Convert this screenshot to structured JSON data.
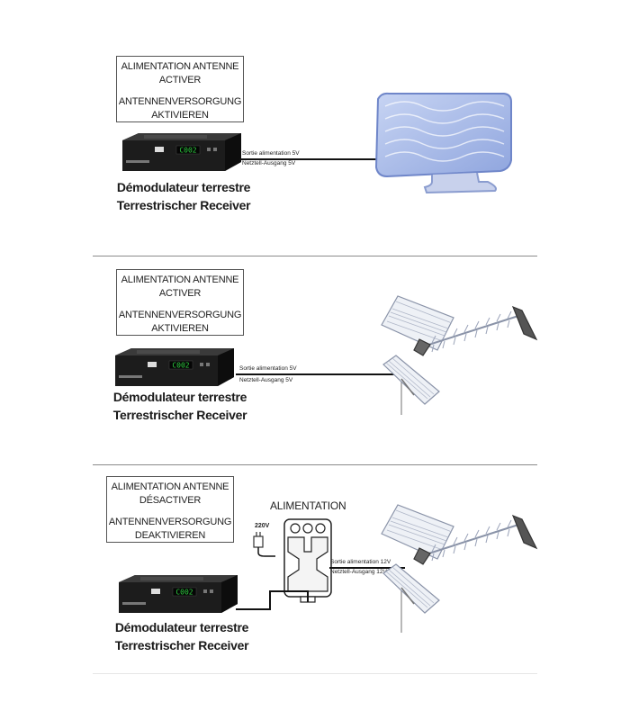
{
  "panels": [
    {
      "box_lines": [
        "ALIMENTATION ANTENNE",
        "ACTIVER",
        "ANTENNENVERSORGUNG",
        "AKTIVIEREN"
      ],
      "output_fr": "Sortie alimentation 5V",
      "output_de": "Netztell-Ausgang 5V",
      "receiver_fr": "Démodulateur terrestre",
      "receiver_de": "Terrestrischer Receiver",
      "antenna": "indoor-flat-antenna"
    },
    {
      "box_lines": [
        "ALIMENTATION ANTENNE",
        "ACTIVER",
        "ANTENNENVERSORGUNG",
        "AKTIVIEREN"
      ],
      "output_fr": "Sortie alimentation  5V",
      "output_de": "Netztell-Ausgang 5V",
      "receiver_fr": "Démodulateur terrestre",
      "receiver_de": "Terrestrischer Receiver",
      "antenna": "outdoor-yagi-antenna"
    },
    {
      "box_lines": [
        "ALIMENTATION ANTENNE",
        "DÉSACTIVER",
        "ANTENNENVERSORGUNG",
        "DEAKTIVIEREN"
      ],
      "power_supply_title": "ALIMENTATION",
      "mains_voltage": "220V",
      "output_fr": "Sortie alimentation  12V",
      "output_de": "Netztell-Ausgang 12V",
      "receiver_fr": "Démodulateur terrestre",
      "receiver_de": "Terrestrischer Receiver",
      "antenna": "outdoor-yagi-antenna"
    }
  ],
  "receiver_display": "C002",
  "colors": {
    "receiver_body": "#1c1c1c",
    "display_text": "#2ecc40",
    "indoor_antenna": "#9fb3e6",
    "cable": "#111111"
  }
}
